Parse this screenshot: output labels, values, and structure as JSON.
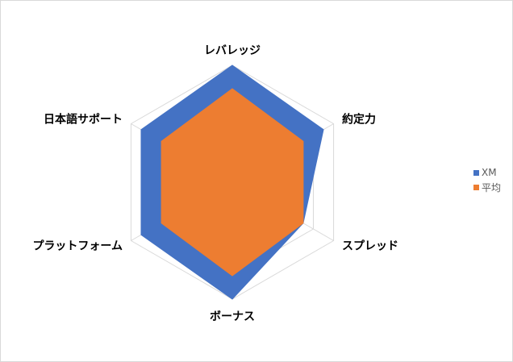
{
  "chart_data": {
    "type": "radar",
    "categories": [
      "レバレッジ",
      "約定力",
      "スプレッド",
      "ボーナス",
      "プラットフォーム",
      "日本語サポート"
    ],
    "rmax": 5,
    "rings": 5,
    "grid": true,
    "legend_position": "right",
    "series": [
      {
        "name": "XM",
        "color": "#4472C4",
        "values": [
          5,
          4.5,
          3.5,
          5,
          4.5,
          4.5
        ]
      },
      {
        "name": "平均",
        "color": "#ED7D31",
        "values": [
          4,
          3.5,
          3.5,
          4,
          3.5,
          3.5
        ]
      }
    ]
  }
}
